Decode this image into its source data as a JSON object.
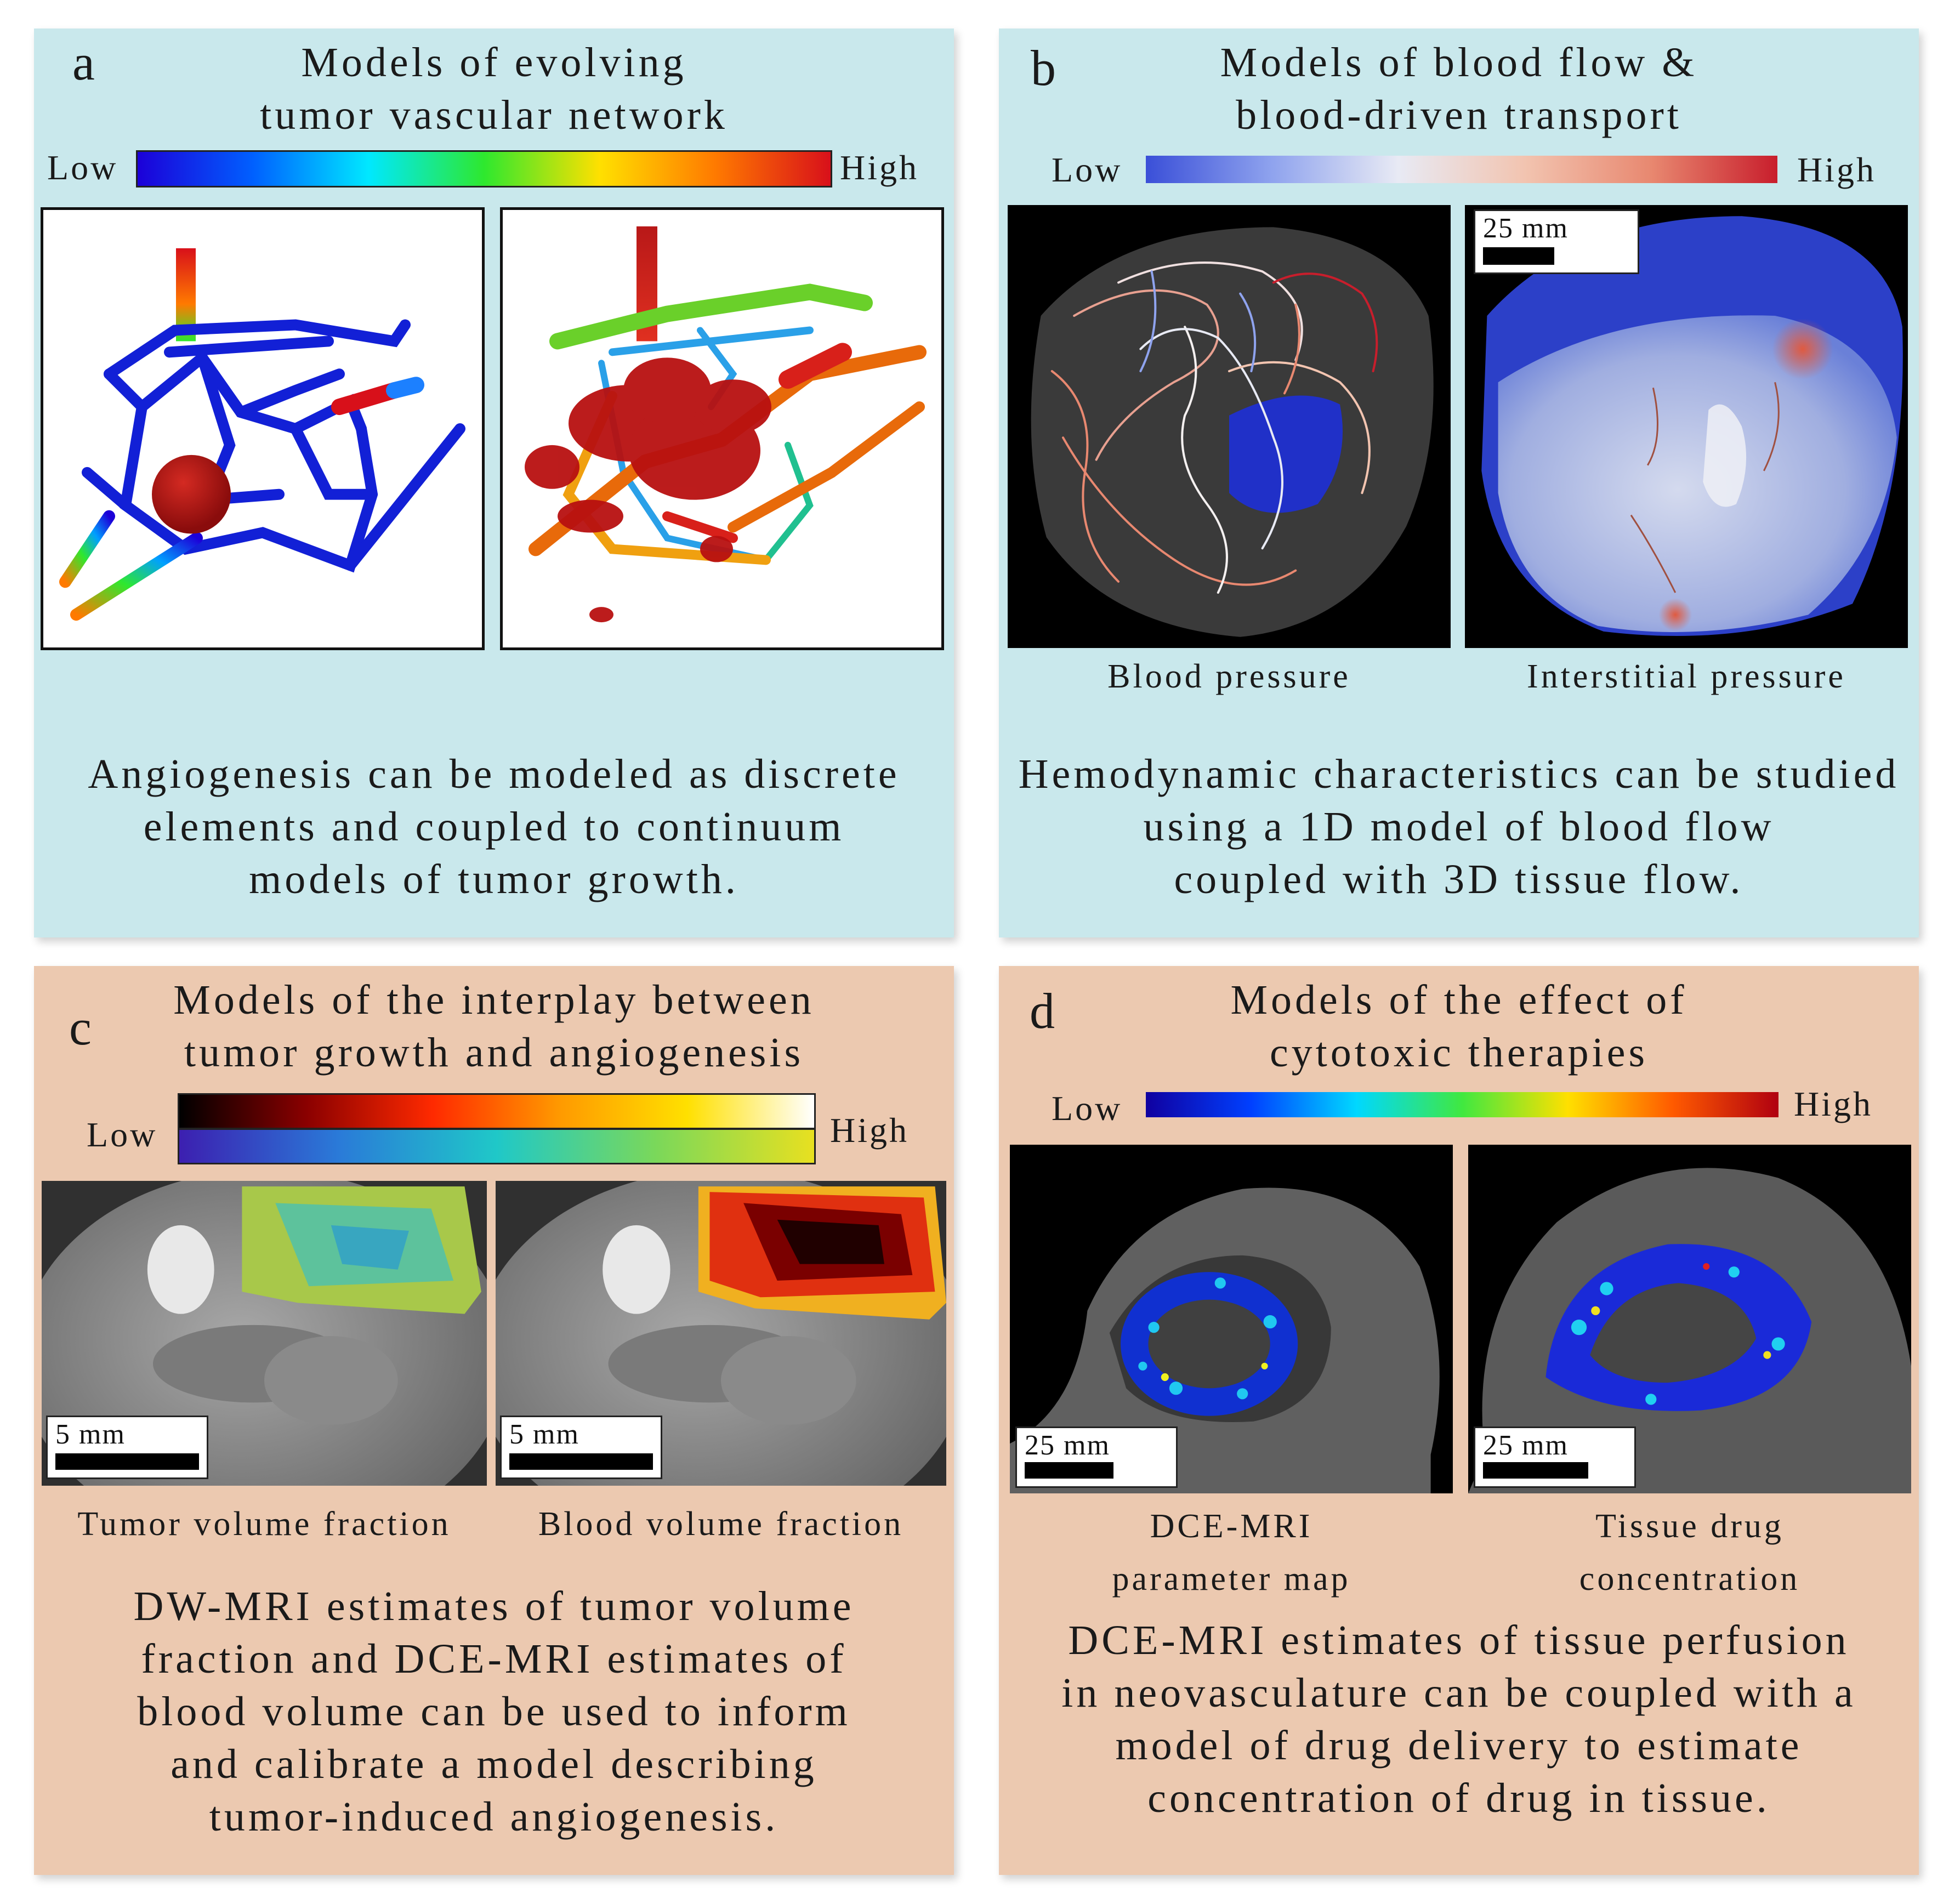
{
  "panels": {
    "a": {
      "letter": "a",
      "title": [
        "Models of evolving",
        "tumor vascular network"
      ],
      "low": "Low",
      "high": "High",
      "desc": [
        "Angiogenesis can be modeled as discrete",
        "elements and coupled to continuum",
        "models of tumor growth."
      ],
      "colormap": [
        "#1c00d8",
        "#0060ff",
        "#00e8ff",
        "#2ee82e",
        "#ffe000",
        "#ff7a00",
        "#d8101a"
      ]
    },
    "b": {
      "letter": "b",
      "title": [
        "Models of blood flow &",
        "blood-driven transport"
      ],
      "low": "Low",
      "high": "High",
      "scale": "25 mm",
      "caption_left": "Blood pressure",
      "caption_right": "Interstitial pressure",
      "desc": [
        "Hemodynamic characteristics can be studied",
        "using a 1D model of blood flow",
        "coupled with 3D tissue flow."
      ],
      "colormap": [
        "#3a4fd8",
        "#8fa3ee",
        "#e8eaf4",
        "#f2c4b0",
        "#e88870",
        "#c81e2c"
      ]
    },
    "c": {
      "letter": "c",
      "title": [
        "Models of the interplay between",
        "tumor growth and angiogenesis"
      ],
      "low": "Low",
      "high": "High",
      "scale_left": "5 mm",
      "scale_right": "5 mm",
      "caption_left": "Tumor volume fraction",
      "caption_right": "Blood volume fraction",
      "desc": [
        "DW-MRI estimates of tumor volume",
        "fraction and DCE-MRI estimates of",
        "blood volume can be used to inform",
        "and calibrate a model describing",
        "tumor-induced angiogenesis."
      ],
      "colormap_top": [
        "#000000",
        "#8a0000",
        "#ff2a00",
        "#ff9a00",
        "#ffe000",
        "#ffffff"
      ],
      "colormap_bottom": [
        "#3c1fb0",
        "#2a7ad8",
        "#1fc8c8",
        "#7ad85a",
        "#e8e020"
      ]
    },
    "d": {
      "letter": "d",
      "title": [
        "Models of the effect of",
        "cytotoxic therapies"
      ],
      "low": "Low",
      "high": "High",
      "scale_left": "25 mm",
      "scale_right": "25 mm",
      "caption_left": [
        "DCE-MRI",
        "parameter map"
      ],
      "caption_right": [
        "Tissue drug",
        "concentration"
      ],
      "desc": [
        "DCE-MRI estimates of tissue perfusion",
        "in neovasculature can be coupled with a",
        "model of drug delivery to estimate",
        "concentration of drug in tissue."
      ],
      "colormap": [
        "#1000a0",
        "#0040ff",
        "#00d8ff",
        "#40e840",
        "#ffe000",
        "#ff5a00",
        "#b00010"
      ]
    }
  }
}
